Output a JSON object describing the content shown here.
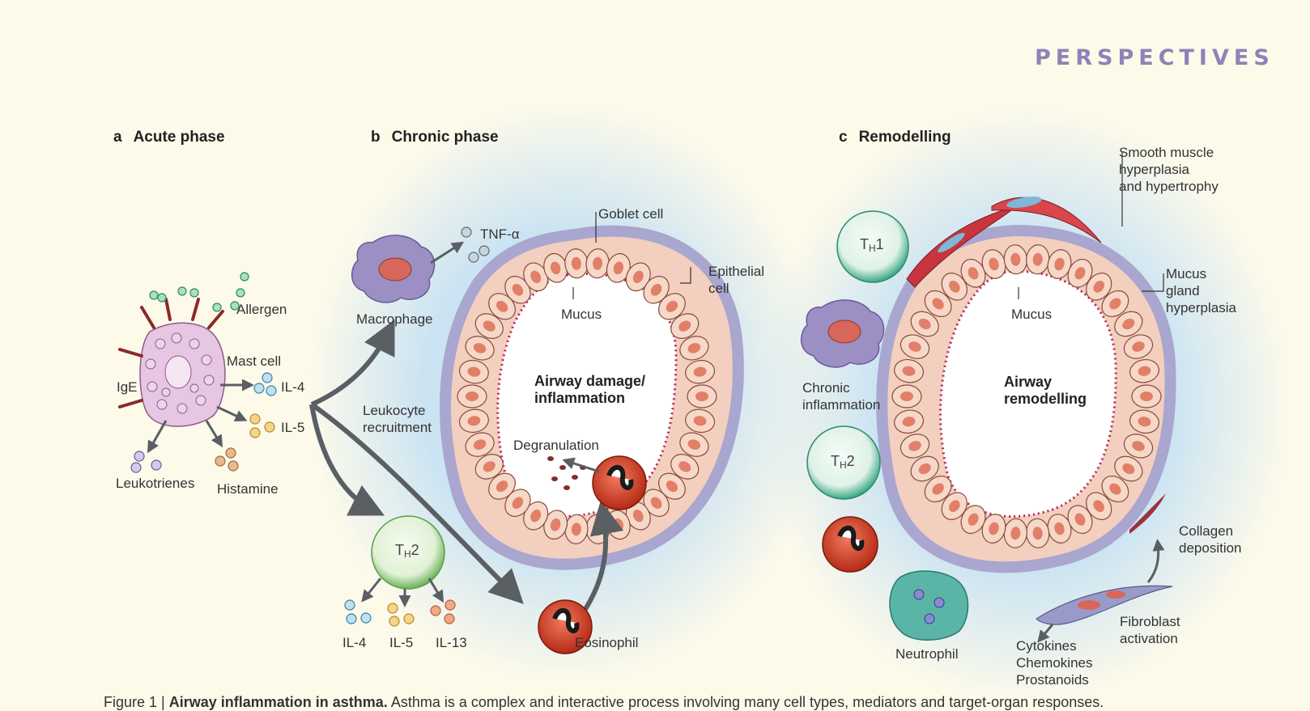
{
  "header": "PERSPECTIVES",
  "panels": {
    "a": {
      "letter": "a",
      "title": "Acute phase"
    },
    "b": {
      "letter": "b",
      "title": "Chronic phase"
    },
    "c": {
      "letter": "c",
      "title": "Remodelling"
    }
  },
  "labels": {
    "allergen": "Allergen",
    "mast_cell": "Mast cell",
    "ige": "IgE",
    "il4": "IL-4",
    "il5": "IL-5",
    "il13": "IL-13",
    "leukotrienes": "Leukotrienes",
    "histamine": "Histamine",
    "macrophage": "Macrophage",
    "tnf": "TNF-α",
    "leukocyte_recruitment_1": "Leukocyte",
    "leukocyte_recruitment_2": "recruitment",
    "goblet_cell": "Goblet cell",
    "epithelial_1": "Epithelial",
    "epithelial_2": "cell",
    "mucus": "Mucus",
    "airway_damage_1": "Airway damage/",
    "airway_damage_2": "inflammation",
    "degranulation": "Degranulation",
    "eosinophil": "Eosinophil",
    "th_main": "T",
    "th_sub": "H",
    "th2_num": "2",
    "th1_num": "1",
    "chronic_inflammation_1": "Chronic",
    "chronic_inflammation_2": "inflammation",
    "neutrophil": "Neutrophil",
    "smooth_muscle_1": "Smooth muscle",
    "smooth_muscle_2": "hyperplasia",
    "smooth_muscle_3": "and hypertrophy",
    "mucus_gland_1": "Mucus",
    "mucus_gland_2": "gland",
    "mucus_gland_3": "hyperplasia",
    "airway_remodelling_1": "Airway",
    "airway_remodelling_2": "remodelling",
    "collagen_1": "Collagen",
    "collagen_2": "deposition",
    "fibroblast_1": "Fibroblast",
    "fibroblast_2": "activation",
    "cytokines": "Cytokines",
    "chemokines": "Chemokines",
    "prostanoids": "Prostanoids"
  },
  "caption": {
    "prefix": "Figure 1 |",
    "title": "Airway inflammation in asthma.",
    "text": "Asthma is a complex and interactive process involving many cell types, mediators and target-organ responses."
  },
  "colors": {
    "background": "#fdfaea",
    "header": "#8f82b8",
    "airway_glow": "#cfe6f4",
    "airway_wall": "#a9a6cf",
    "epithelium": "#f3cfbf",
    "nucleus": "#e27f68",
    "cilia": "#b8245a",
    "arrow": "#5a5f63",
    "mast_cell": "#e6c6e3",
    "th_cell": "#3aa884",
    "th2_cell": "#7fbf6a",
    "eosinophil": "#d8432a",
    "macrophage": "#9c8fc4",
    "neutrophil": "#5ab5a6",
    "smooth_muscle": "#c8353f"
  }
}
